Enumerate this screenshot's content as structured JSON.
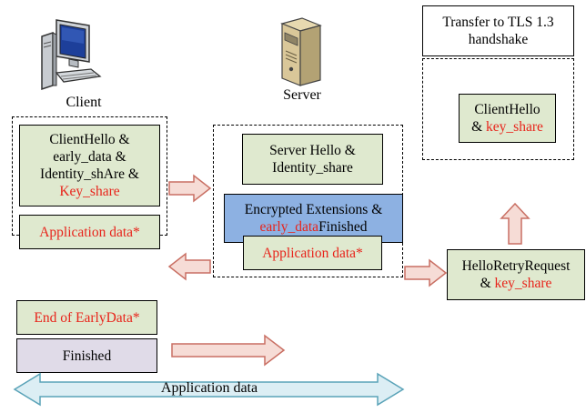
{
  "client": {
    "label": "Client",
    "icon": "computer-icon"
  },
  "server": {
    "label": "Server",
    "icon": "server-icon"
  },
  "client_box": {
    "clienthello_lines": [
      "ClientHello &",
      "early_data &",
      "Identity_shAre &"
    ],
    "key_share": "Key_share",
    "app_data": "Application data*"
  },
  "server_box": {
    "server_hello_line1": "Server Hello &",
    "server_hello_line2": "Identity_share",
    "enc_ext_line1": "Encrypted Extensions &",
    "early_data": "early_data",
    "finished": "Finished",
    "app_data": "Application data*"
  },
  "tls13": {
    "title_line1": "Transfer to TLS 1.3",
    "title_line2": "handshake",
    "clienthello": "ClientHello",
    "amp": "& ",
    "key_share": "key_share"
  },
  "hrr": {
    "line1": "HelloRetryRequest",
    "amp": "& ",
    "key_share": "key_share"
  },
  "end_early": "End of EarlyData*",
  "finished_box": "Finished",
  "app_data_arrow": "Application data",
  "colors": {
    "green": "#dfe9cf",
    "blue": "#8db1e2",
    "lavender": "#e0dbe8",
    "arrow_fill": "#f6dcd6",
    "arrow_stroke": "#c96f63",
    "bidir_fill": "#dceef4",
    "bidir_stroke": "#5aa3b8",
    "red_text": "#e8241b"
  }
}
